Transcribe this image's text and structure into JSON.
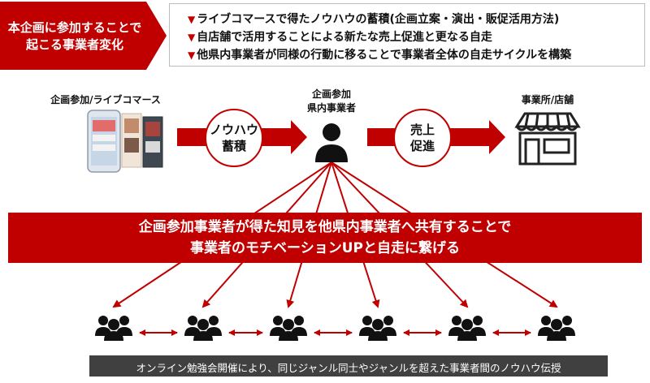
{
  "header": {
    "badge_line1": "本企画に参加することで",
    "badge_line2": "起こる事業者変化",
    "bullets": [
      "ライブコマースで得たノウハウの蓄積(企画立案・演出・販促活用方法)",
      "自店舗で活用することによる新たな売上促進と更なる自走",
      "他県内事業者が同様の行動に移ることで事業者全体の自走サイクルを構築"
    ]
  },
  "flow": {
    "left_label": "企画参加/ライブコマース",
    "circle1_line1": "ノウハウ",
    "circle1_line2": "蓄積",
    "center_label_line1": "企画参加",
    "center_label_line2": "県内事業者",
    "circle2_line1": "売上",
    "circle2_line2": "促進",
    "right_label": "事業所/店舗"
  },
  "banner": {
    "line1": "企画参加事業者が得た知見を他県内事業者へ共有することで",
    "line2": "事業者のモチベーションUPと自走に繋げる"
  },
  "footer": {
    "text": "オンライン勉強会開催により、同じジャンル同士やジャンルを超えた事業者間のノウハウ伝授"
  },
  "colors": {
    "accent": "#c00000",
    "dark": "#404040",
    "text": "#111111"
  },
  "icons": [
    "phone-screenshots-icon",
    "person-icon",
    "storefront-icon",
    "group-icon"
  ]
}
